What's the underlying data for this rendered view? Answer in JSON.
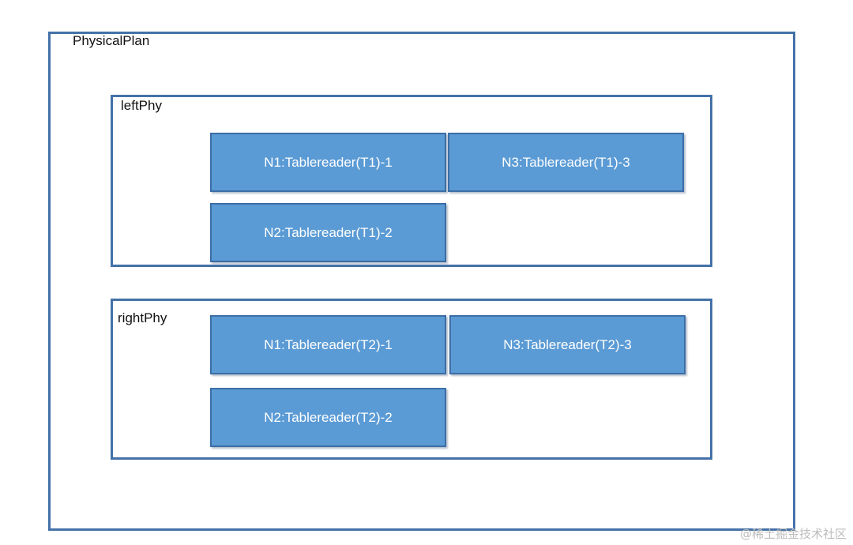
{
  "physical_plan": {
    "label": "PhysicalPlan",
    "left": {
      "label": "leftPhy",
      "nodes": [
        "N1:Tablereader(T1)-1",
        "N3:Tablereader(T1)-3",
        "N2:Tablereader(T1)-2"
      ]
    },
    "right": {
      "label": "rightPhy",
      "nodes": [
        "N1:Tablereader(T2)-1",
        "N3:Tablereader(T2)-3",
        "N2:Tablereader(T2)-2"
      ]
    }
  },
  "watermark": "@稀土掘金技术社区",
  "colors": {
    "frame_border": "#4472a8",
    "node_fill": "#5b9bd5",
    "node_border": "#3c6ea6",
    "node_text": "#ffffff"
  }
}
